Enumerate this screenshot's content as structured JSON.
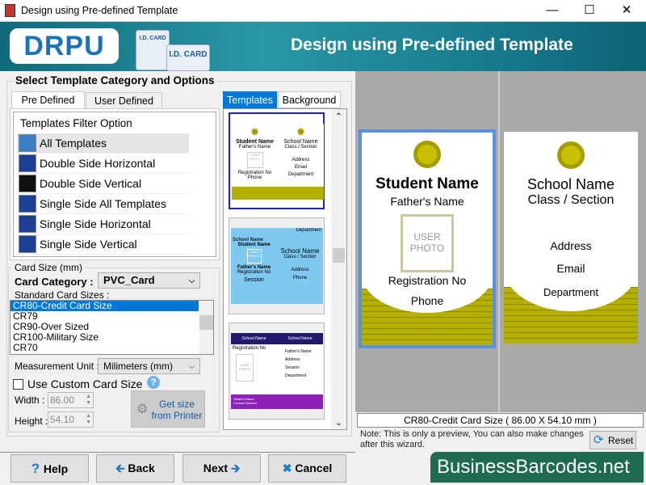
{
  "window": {
    "title": "Design using Pre-defined Template",
    "minimize": "—",
    "maximize": "☐",
    "close": "✕"
  },
  "banner": {
    "logo": "DRPU",
    "id_card_1": "I.D. CARD",
    "id_card_2": "I.D. CARD",
    "title": "Design using Pre-defined Template"
  },
  "left": {
    "group_title": "Select Template Category and Options",
    "tabs": [
      {
        "label": "Pre Defined",
        "active": true
      },
      {
        "label": "User Defined",
        "active": false
      }
    ],
    "filter_header": "Templates Filter Option",
    "filters": [
      {
        "label": "All Templates",
        "selected": true
      },
      {
        "label": "Double Side Horizontal"
      },
      {
        "label": "Double Side Vertical"
      },
      {
        "label": "Single Side All Templates"
      },
      {
        "label": "Single Side Horizontal"
      },
      {
        "label": "Single Side Vertical"
      }
    ],
    "card_size": {
      "group_title": "Card Size (mm)",
      "category_label": "Card Category :",
      "category_value": "PVC_Card",
      "standard_label": "Standard Card Sizes :",
      "sizes": [
        "CR80-Credit Card Size",
        "CR79",
        "CR90-Over Sized",
        "CR100-Military Size",
        "CR70"
      ],
      "selected_size": "CR80-Credit Card Size",
      "unit_label": "Measurement Unit :",
      "unit_value": "Milimeters (mm)",
      "custom_label": "Use Custom Card Size",
      "custom_checked": false,
      "help": "?",
      "width_label": "Width :",
      "width_value": "86.00",
      "height_label": "Height :",
      "height_value": "54.10",
      "printer_button": "Get size from Printer"
    }
  },
  "templates": {
    "tabs": [
      {
        "label": "Templates",
        "active": true
      },
      {
        "label": "Background",
        "active": false
      }
    ],
    "items": [
      {
        "front": [
          "Student Name",
          "Father's Name",
          "USER PHOTO",
          "Registration No",
          "Phone"
        ],
        "back": [
          "School Name",
          "Class / Section",
          "Address",
          "Email",
          "Department"
        ]
      },
      {
        "front": [
          "School Name",
          "Student Name",
          "USER PHOTO",
          "Father's Name",
          "Registration No",
          "Session"
        ],
        "back": [
          "Department",
          "School Name",
          "Class / Section",
          "Address",
          "Phone"
        ]
      },
      {
        "front": [
          "School Name",
          "Registration No",
          "USER PHOTO",
          "Student Name",
          "Contact Number"
        ],
        "back": [
          "School Name",
          "Father's Name",
          "Address",
          "Session",
          "Department"
        ]
      }
    ]
  },
  "preview": {
    "front": {
      "name": "Student Name",
      "father": "Father's Name",
      "photo": "USER PHOTO",
      "reg": "Registration No",
      "phone": "Phone"
    },
    "back": {
      "school": "School Name",
      "class": "Class / Section",
      "address": "Address",
      "email": "Email",
      "department": "Department"
    },
    "size_label": "CR80-Credit Card Size ( 86.00 X 54.10 mm )",
    "note": "Note: This is only a preview, You can also make changes after this wizard.",
    "reset": "Reset"
  },
  "footer": {
    "help": "Help",
    "back": "Back",
    "next": "Next",
    "cancel": "Cancel",
    "brand": "BusinessBarcodes.net"
  },
  "colors": {
    "accent": "#0078d7",
    "brand_green": "#1e6b4f",
    "card_olive": "#b5b000"
  }
}
